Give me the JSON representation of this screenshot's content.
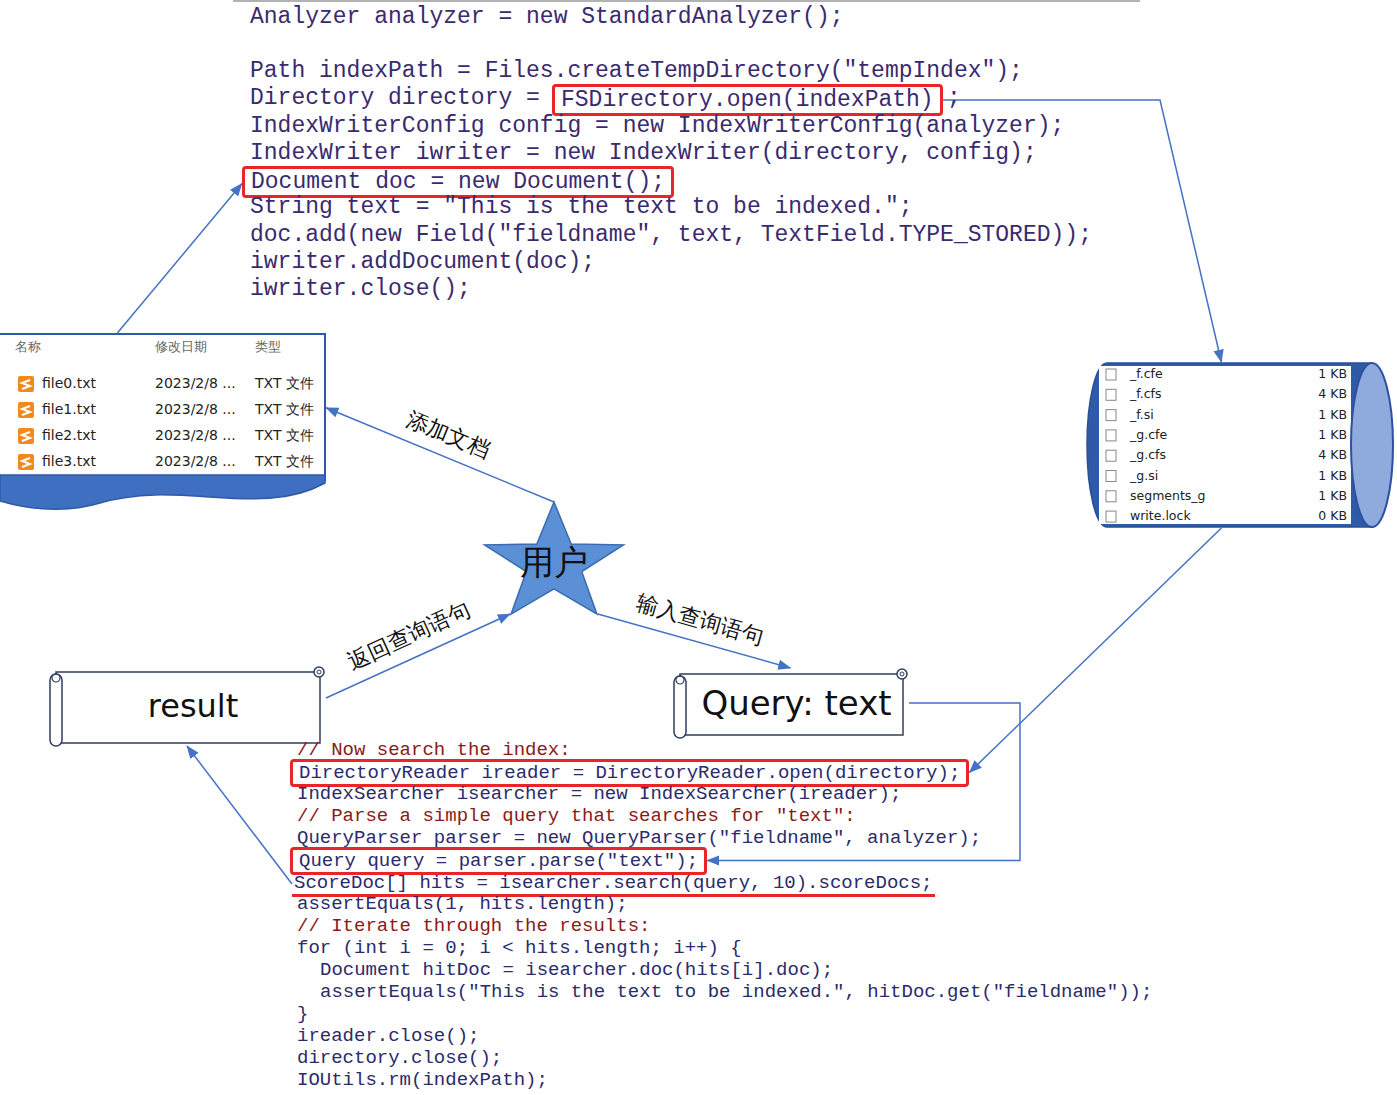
{
  "diagram": {
    "nodes": [
      {
        "text": [
          "名称",
          "修改日期",
          "类型",
          "file0.txt",
          "2023/2/8 ...",
          "TXT 文件",
          "file1.txt",
          "2023/2/8 ...",
          "TXT 文件",
          "file2.txt",
          "2023/2/8 ...",
          "TXT 文件",
          "file3.txt",
          "2023/2/8 ...",
          "TXT 文件"
        ]
      },
      {
        "text": [
          "FSDirectory.open(indexPath)"
        ]
      },
      {
        "text": [
          "Document doc = new Document();"
        ]
      },
      {
        "text": [
          "_f.cfe",
          "1 KB",
          "_f.cfs",
          "4 KB",
          "_f.si",
          "1 KB",
          "_g.cfe",
          "1 KB",
          "_g.cfs",
          "4 KB",
          "_g.si",
          "1 KB",
          "segments_g",
          "1 KB",
          "write.lock",
          "0 KB"
        ]
      },
      {
        "text": [
          "用户"
        ]
      },
      {
        "text": [
          "result"
        ]
      },
      {
        "text": [
          "Query: text"
        ]
      },
      {
        "text": [
          "DirectoryReader ireader = DirectoryReader.open(directory);"
        ]
      },
      {
        "text": [
          "Query query = parser.parse(\"text\");"
        ]
      },
      {
        "text": [
          "ScoreDoc[] hits = isearcher.search(query, 10).scoreDocs;"
        ]
      }
    ],
    "edges": [
      {
        "from": 0,
        "to": 2,
        "arrow": "to"
      },
      {
        "from": 1,
        "to": 3,
        "arrow": "to"
      },
      {
        "from": 4,
        "to": 0,
        "label": "添加文档",
        "arrow": "to"
      },
      {
        "from": 4,
        "to": 6,
        "label": "输入查询语句",
        "arrow": "to"
      },
      {
        "from": 5,
        "to": 4,
        "label": "返回查询语句",
        "arrow": "to"
      },
      {
        "from": 3,
        "to": 7,
        "arrow": "to"
      },
      {
        "from": 6,
        "to": 8,
        "arrow": "to"
      },
      {
        "from": 9,
        "to": 5,
        "arrow": "to"
      }
    ],
    "labels": [
      "Analyzer analyzer = new StandardAnalyzer();",
      "Path indexPath = Files.createTempDirectory(\"tempIndex\");",
      "Directory directory =",
      ";",
      "IndexWriterConfig config = new IndexWriterConfig(analyzer);",
      "IndexWriter iwriter = new IndexWriter(directory, config);",
      "String text = \"This is the text to be indexed.\";",
      "doc.add(new Field(\"fieldname\", text, TextField.TYPE_STORED));",
      "iwriter.addDocument(doc);",
      "iwriter.close();",
      "// Now search the index:",
      "IndexSearcher isearcher = new IndexSearcher(ireader);",
      "// Parse a simple query that searches for \"text\":",
      "QueryParser parser = new QueryParser(\"fieldname\", analyzer);",
      "assertEquals(1, hits.length);",
      "// Iterate through the results:",
      "for (int i = 0; i < hits.length; i++) {",
      "Document hitDoc = isearcher.doc(hits[i].doc);",
      "assertEquals(\"This is the text to be indexed.\", hitDoc.get(\"fieldname\"));",
      "}",
      "ireader.close();",
      "directory.close();",
      "IOUtils.rm(indexPath);"
    ]
  }
}
